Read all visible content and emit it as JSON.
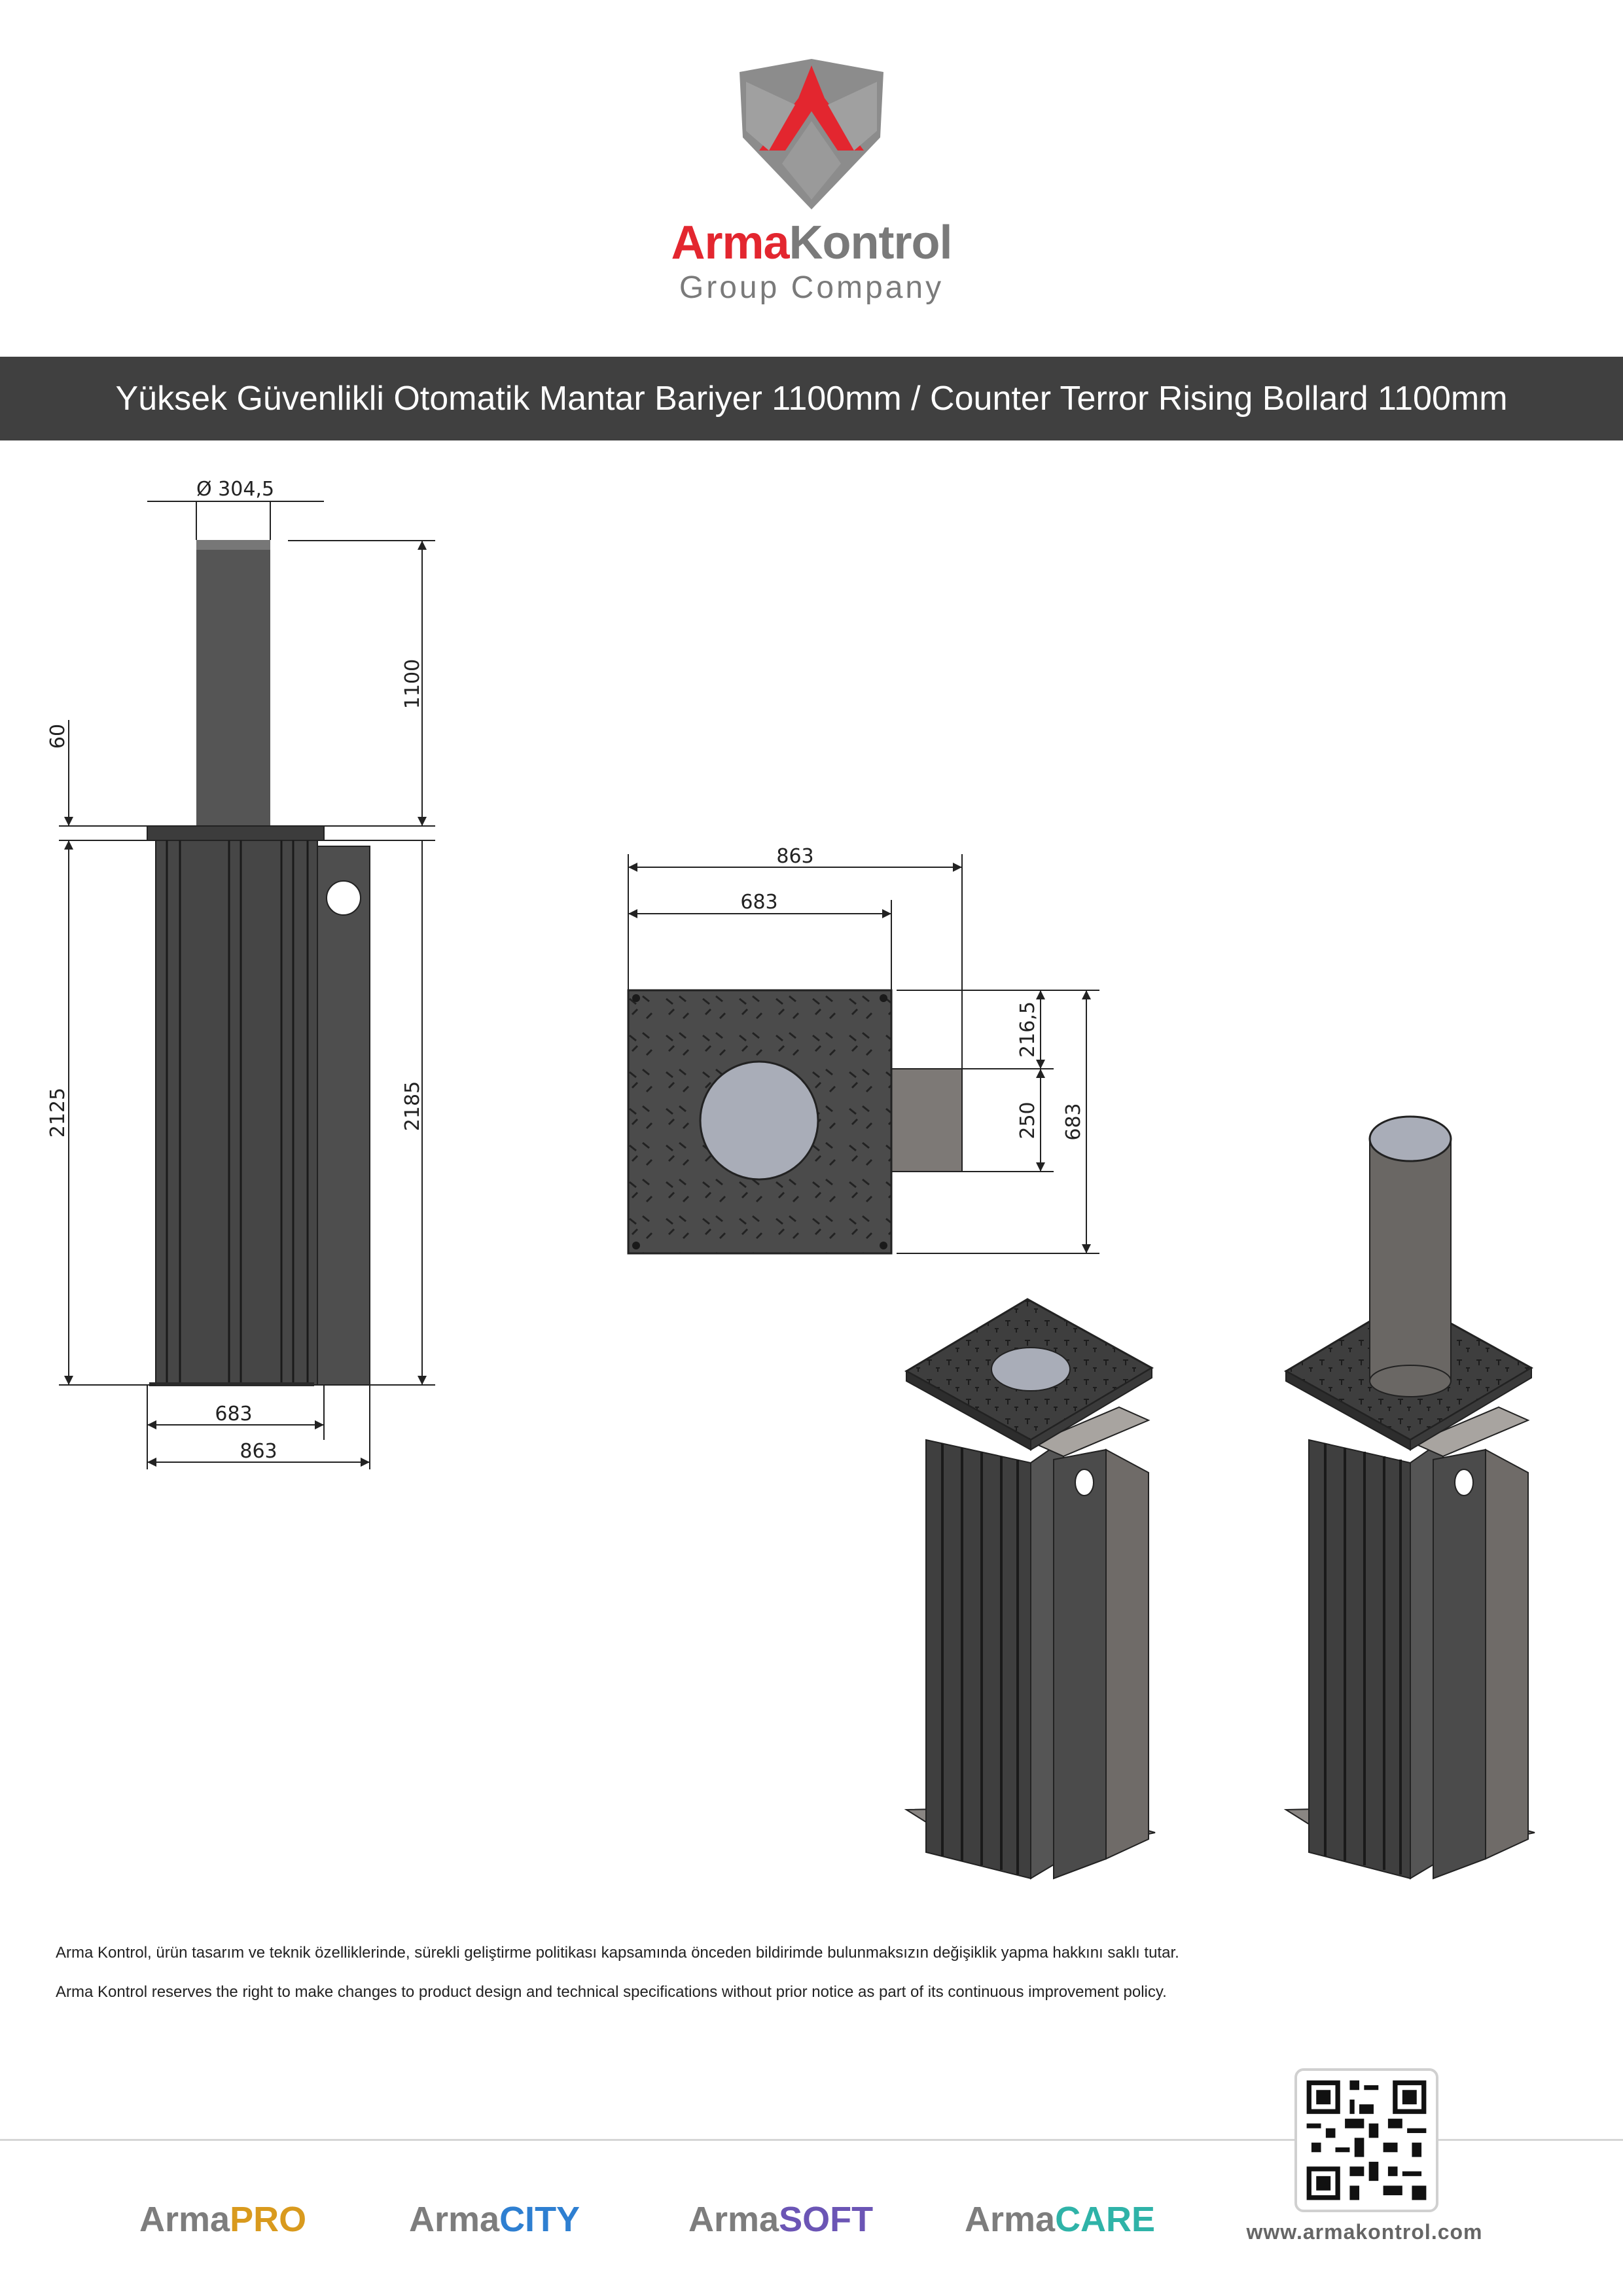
{
  "header": {
    "brand_primary": "Arma",
    "brand_secondary": "Kontrol",
    "brand_subtitle": "Group Company"
  },
  "title": "Yüksek Güvenlikli Otomatik Mantar Bariyer 1100mm / Counter Terror Rising Bollard 1100mm",
  "dimensions": {
    "side_view": {
      "diameter": "304,5",
      "rise_height": "1100",
      "lid_thickness": "60",
      "body_height": "2125",
      "total_height": "2185",
      "inner_width": "683",
      "outer_width": "863"
    },
    "top_view": {
      "outer_width": "863",
      "inner_width": "683",
      "offset": "216,5",
      "box_width": "250",
      "depth": "683"
    }
  },
  "notes": {
    "tr": "Arma Kontrol, ürün tasarım ve teknik özelliklerinde, sürekli geliştirme politikası kapsamında önceden bildirimde bulunmaksızın değişiklik yapma hakkını saklı tutar.",
    "en": "Arma Kontrol reserves the right to make changes to product design and technical specifications without prior notice as part of its continuous improvement policy."
  },
  "footer": {
    "brands": [
      {
        "prefix": "Arma",
        "accent": "PRO"
      },
      {
        "prefix": "Arma",
        "accent": "CITY"
      },
      {
        "prefix": "Arma",
        "accent": "SOFT"
      },
      {
        "prefix": "Arma",
        "accent": "CARE"
      }
    ],
    "website": "www.armakontrol.com"
  },
  "colors": {
    "logo_red": "#e3262f",
    "logo_grey": "#8c8c8c",
    "title_bar": "#404040",
    "steel_dark": "#4a4a4a",
    "steel_light": "#7a7672",
    "disc": "#a9adb8"
  }
}
